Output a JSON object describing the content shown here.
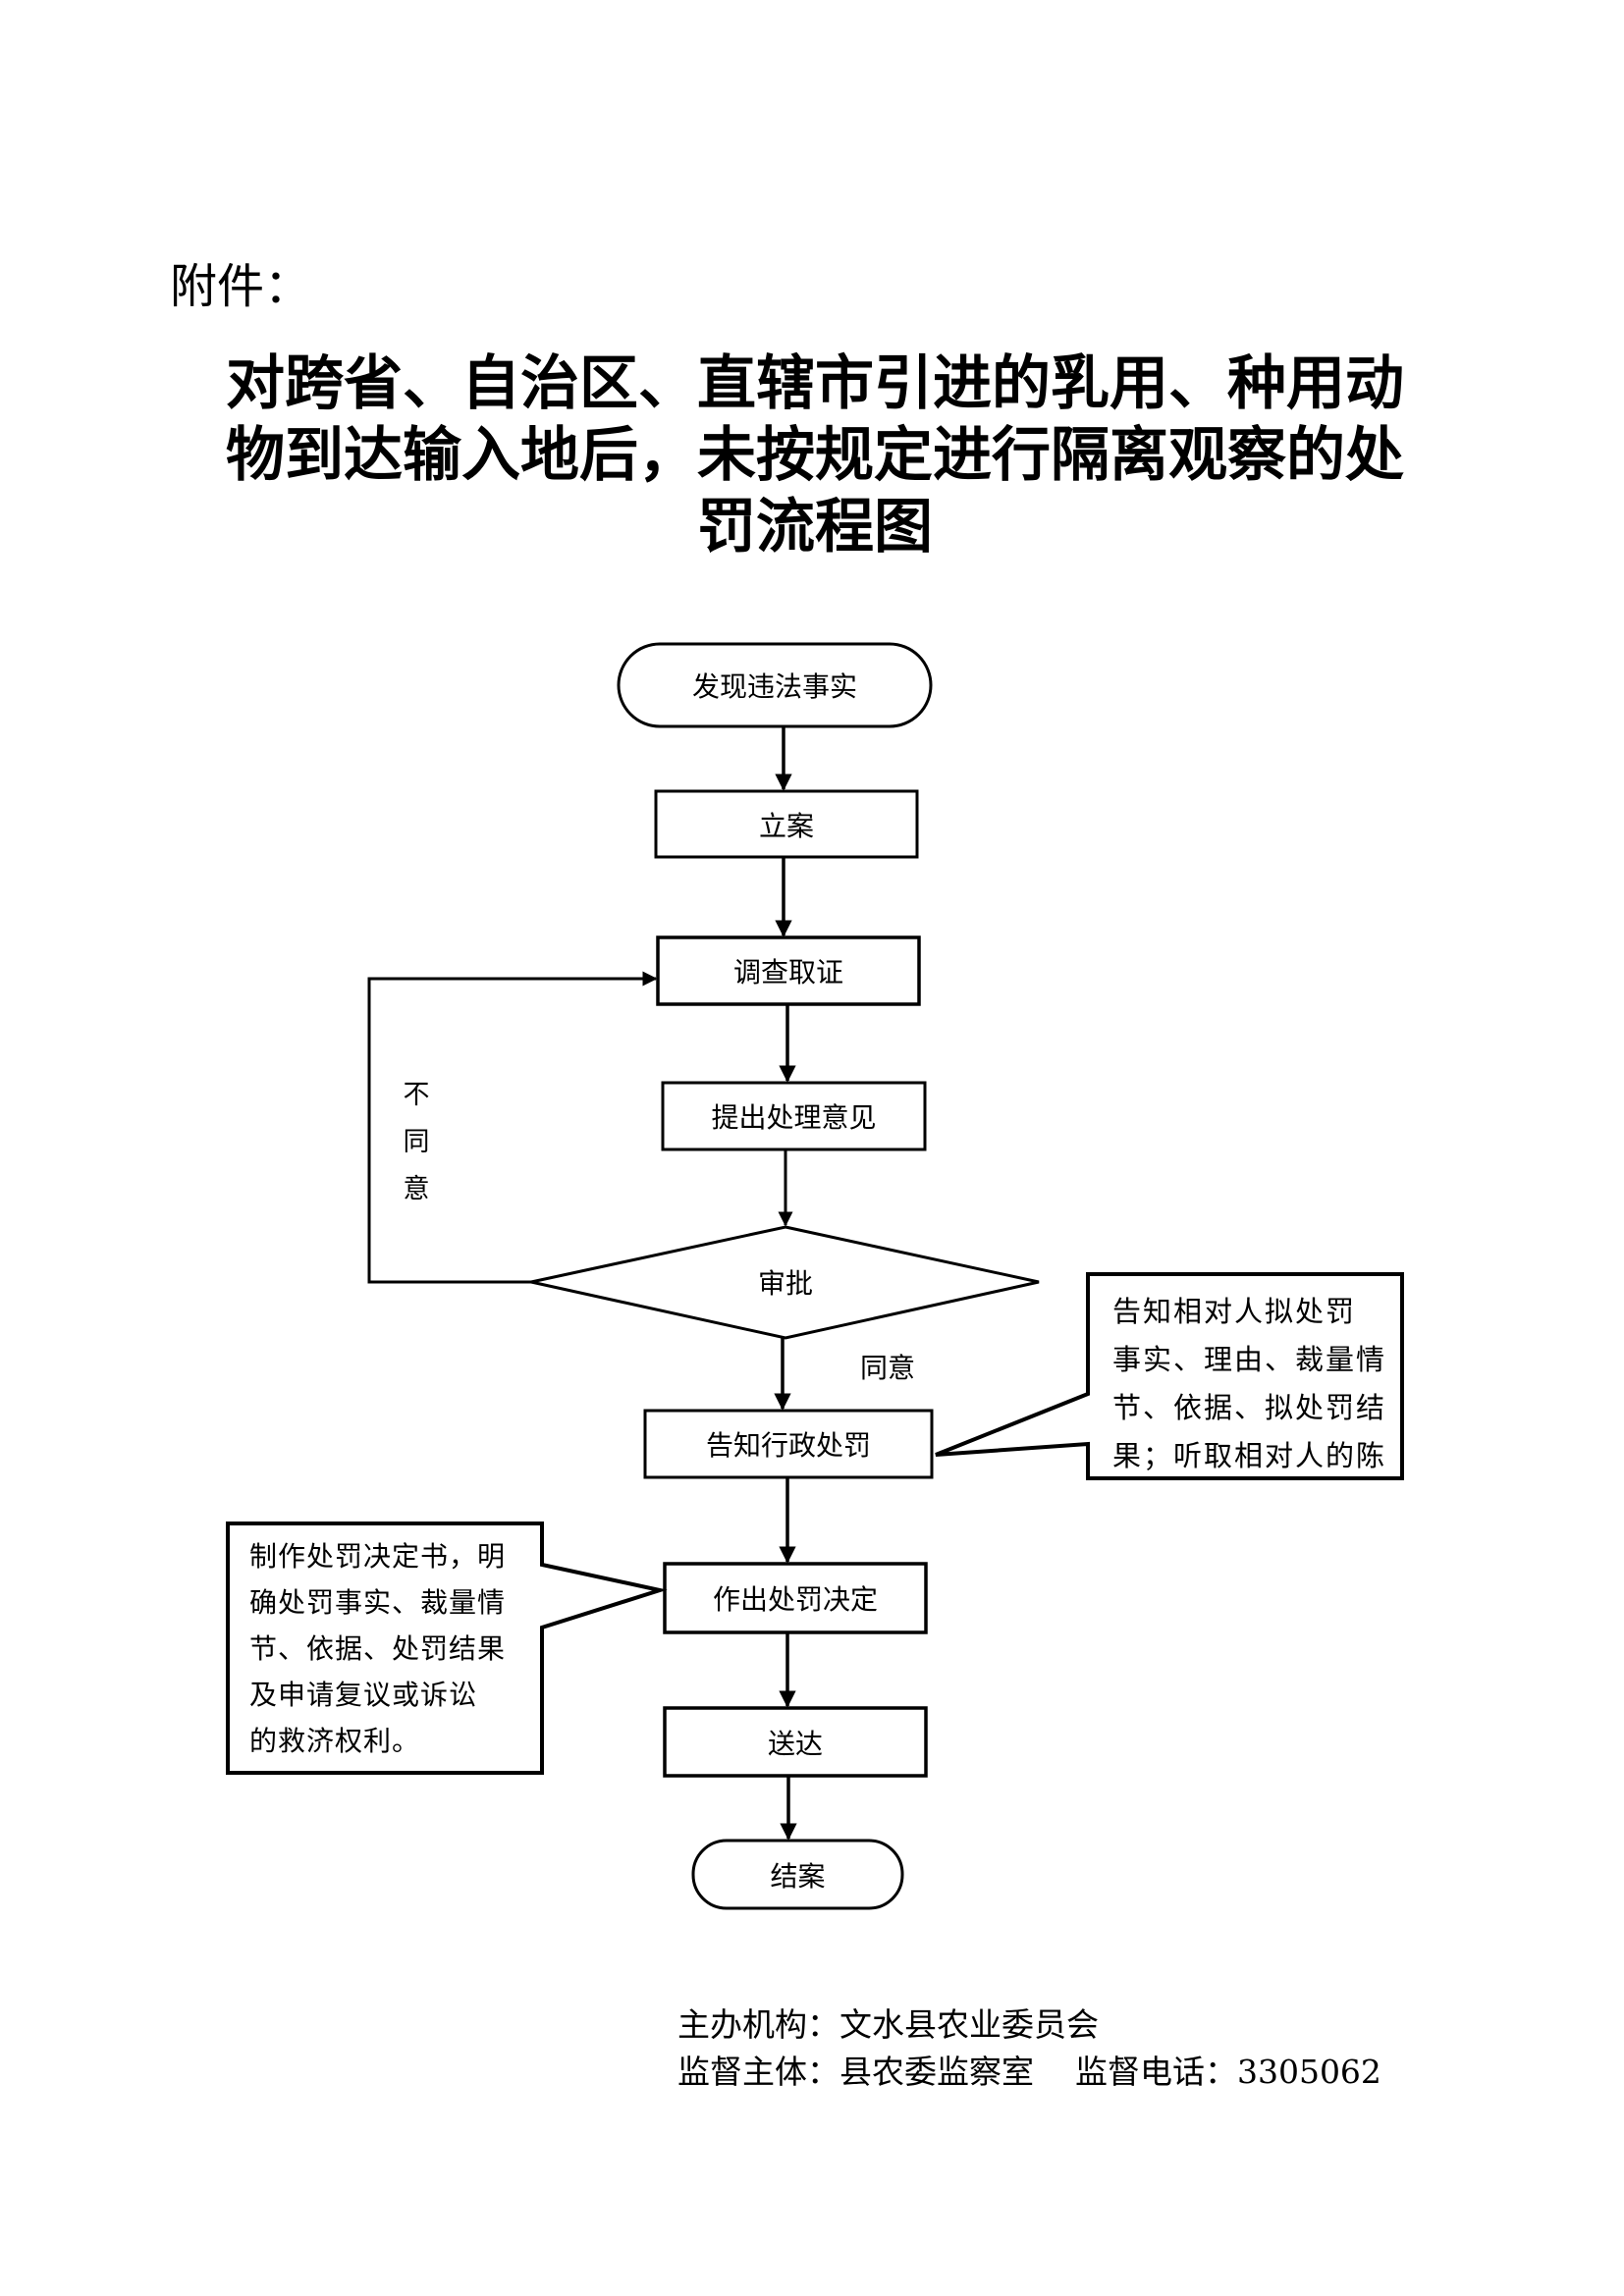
{
  "header": {
    "attachment_label": "附件：",
    "title_lines": [
      "对跨省、自治区、直辖市引进的乳用、种用动",
      "物到达输入地后，未按规定进行隔离观察的处",
      "罚流程图"
    ]
  },
  "flowchart": {
    "nodes": {
      "start": "发现违法事实",
      "file_case": "立案",
      "investigate": "调查取证",
      "propose": "提出处理意见",
      "approve": "审批",
      "notify": "告知行政处罚",
      "decide": "作出处罚决定",
      "deliver": "送达",
      "close": "结案"
    },
    "edge_labels": {
      "disagree": [
        "不",
        "同",
        "意"
      ],
      "agree": "同意"
    },
    "notes": {
      "notify_note": [
        "告知相对人拟处罚",
        "事实、理由、裁量情",
        "节、依据、拟处罚结",
        "果；听取相对人的陈"
      ],
      "decide_note": [
        "制作处罚决定书，明",
        "确处罚事实、裁量情",
        "节、依据、处罚结果",
        "及申请复议或诉讼",
        "的救济权利。"
      ]
    }
  },
  "footer": {
    "organizer": "主办机构：文水县农业委员会",
    "supervision": "监督主体：县农委监察室    监督电话：3305062"
  }
}
